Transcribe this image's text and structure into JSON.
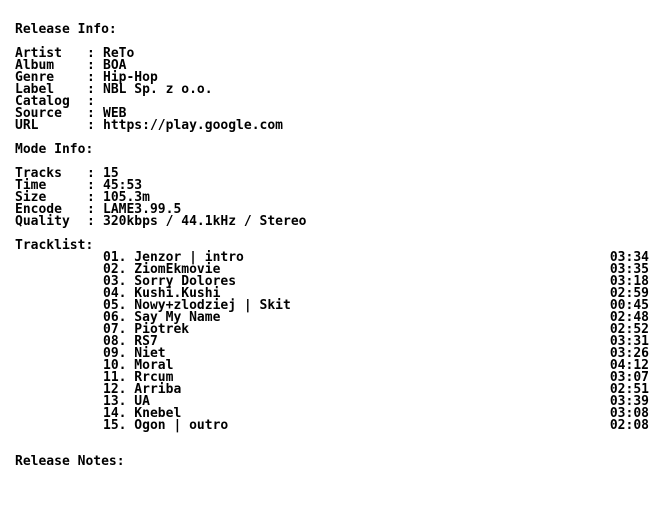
{
  "release_info": {
    "heading": "Release Info:",
    "fields": [
      {
        "label": "Artist",
        "sep": ":",
        "value": "ReTo"
      },
      {
        "label": "Album",
        "sep": ":",
        "value": "BOA"
      },
      {
        "label": "Genre",
        "sep": ":",
        "value": "Hip-Hop"
      },
      {
        "label": "Label",
        "sep": ":",
        "value": "NBL Sp. z o.o."
      },
      {
        "label": "Catalog",
        "sep": ":",
        "value": ""
      },
      {
        "label": "Source",
        "sep": ":",
        "value": "WEB"
      },
      {
        "label": "URL",
        "sep": ":",
        "value": "https://play.google.com"
      }
    ]
  },
  "mode_info": {
    "heading": "Mode Info:",
    "fields": [
      {
        "label": "Tracks",
        "sep": ":",
        "value": "15"
      },
      {
        "label": "Time",
        "sep": ":",
        "value": "45:53"
      },
      {
        "label": "Size",
        "sep": ":",
        "value": "105.3m"
      },
      {
        "label": "Encode",
        "sep": ":",
        "value": "LAME3.99.5"
      },
      {
        "label": "Quality",
        "sep": ":",
        "value": "320kbps / 44.1kHz / Stereo"
      }
    ]
  },
  "tracklist": {
    "heading": "Tracklist:",
    "tracks": [
      {
        "title": "01. Jenzor | intro",
        "time": "03:34"
      },
      {
        "title": "02. ZiomEkmovie",
        "time": "03:35"
      },
      {
        "title": "03. Sorry Dolores",
        "time": "03:18"
      },
      {
        "title": "04. Kushi.Kushi",
        "time": "02:59"
      },
      {
        "title": "05. Nowy+zlodziej | Skit",
        "time": "00:45"
      },
      {
        "title": "06. Say My Name",
        "time": "02:48"
      },
      {
        "title": "07. Piotrek",
        "time": "02:52"
      },
      {
        "title": "08. RS7",
        "time": "03:31"
      },
      {
        "title": "09. Niet",
        "time": "03:26"
      },
      {
        "title": "10. Moral",
        "time": "04:12"
      },
      {
        "title": "11. Rrcum",
        "time": "03:07"
      },
      {
        "title": "12. Arriba",
        "time": "02:51"
      },
      {
        "title": "13. UA",
        "time": "03:39"
      },
      {
        "title": "14. Knebel",
        "time": "03:08"
      },
      {
        "title": "15. Ogon | outro",
        "time": "02:08"
      }
    ]
  },
  "release_notes": {
    "heading": "Release Notes:"
  }
}
